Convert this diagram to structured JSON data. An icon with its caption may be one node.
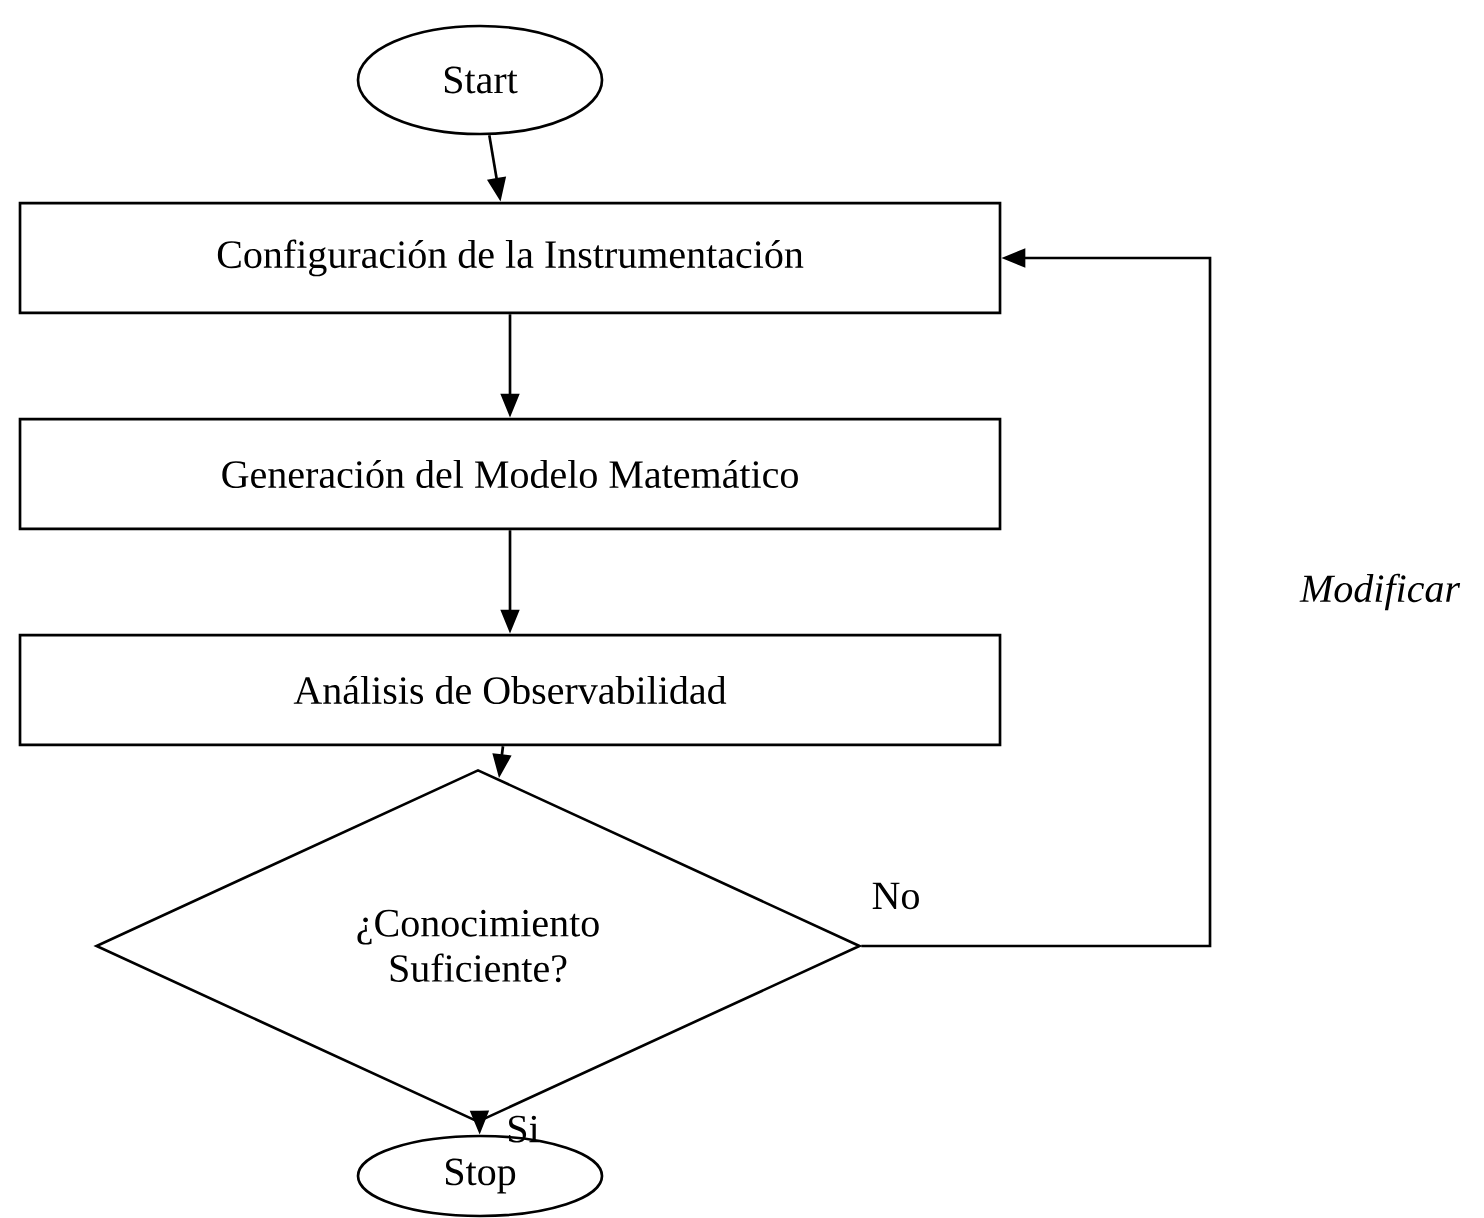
{
  "diagram": {
    "nodes": [
      {
        "text": [
          "Start"
        ]
      },
      {
        "text": [
          "Configuración de la Instrumentación"
        ]
      },
      {
        "text": [
          "Generación del Modelo Matemático"
        ]
      },
      {
        "text": [
          "Análisis de Observabilidad"
        ]
      },
      {
        "text": [
          "¿Conocimiento Suficiente?"
        ]
      },
      {
        "text": [
          "Stop"
        ]
      }
    ],
    "edges": [
      {
        "from": 0,
        "to": 1,
        "arrow": "to"
      },
      {
        "from": 1,
        "to": 2,
        "arrow": "to"
      },
      {
        "from": 2,
        "to": 3,
        "arrow": "to"
      },
      {
        "from": 3,
        "to": 4,
        "arrow": "to"
      },
      {
        "from": 4,
        "to": 5,
        "arrow": "to",
        "label": "Si"
      },
      {
        "from": 4,
        "to": 1,
        "arrow": "to",
        "label": "No"
      }
    ],
    "labels": [
      "Modificar"
    ]
  }
}
